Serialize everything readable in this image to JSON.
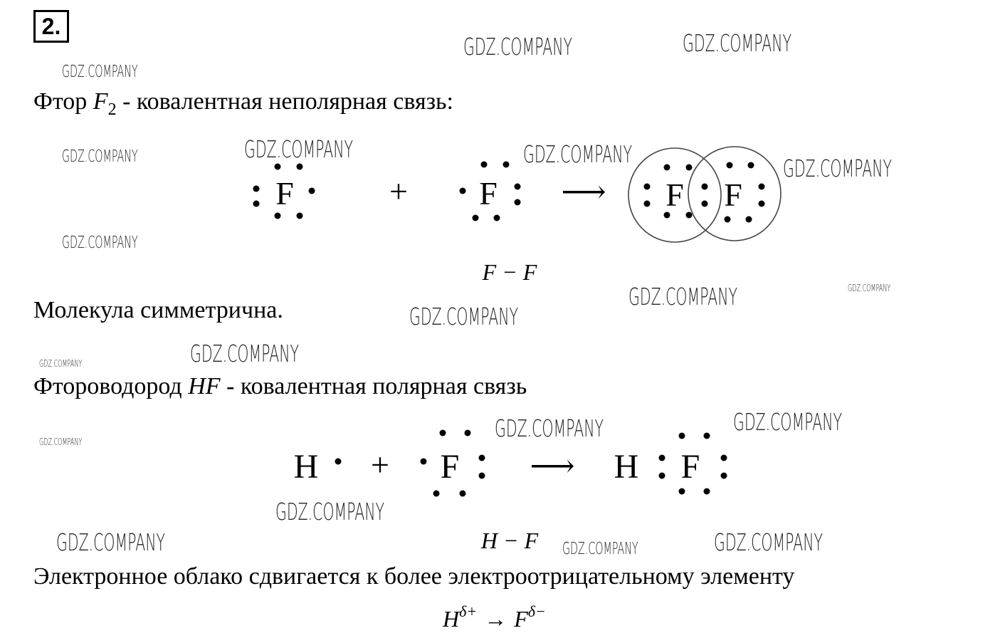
{
  "task_number": "2.",
  "section_f2": {
    "heading_prefix": "Фтор ",
    "formula_letter": "F",
    "formula_sub": "2",
    "heading_suffix": " - ковалентная неполярная связь:",
    "atom": "F",
    "plus": "+",
    "arrow": "⟶",
    "structural_formula": "F − F",
    "conclusion": "Молекула симметрична."
  },
  "section_hf": {
    "heading_prefix": "Фтороводород ",
    "formula": "HF",
    "heading_suffix": " - ковалентная полярная связь",
    "atom_h": "H",
    "atom_f": "F",
    "plus": "+",
    "arrow": "⟶",
    "structural_formula": "H − F",
    "conclusion": "Электронное облако сдвигается к более электроотрицательному элементу",
    "polarity": {
      "h": "H",
      "h_charge": "δ+",
      "arrow": "→",
      "f": "F",
      "f_charge": "δ−"
    }
  },
  "watermarks": [
    "GDZ.COMPANY",
    "GDZ.COMPANY",
    "GDZ.COMPANY",
    "GDZ.COMPANY",
    "GDZ.COMPANY",
    "GDZ.COMPANY",
    "GDZ.COMPANY",
    "GDZ.COMPANY",
    "GDZ.COMPANY",
    "GDZ.COMPANY",
    "GDZ.COMPANY",
    "GDZ.COMPANY",
    "GDZ.COMPANY",
    "GDZ.COMPANY",
    "GDZ.COMPANY",
    "GDZ.COMPANY",
    "GDZ.COMPANY",
    "GDZ.COMPANY",
    "GDZ.COMPANY",
    "GDZ.COMPANY"
  ]
}
